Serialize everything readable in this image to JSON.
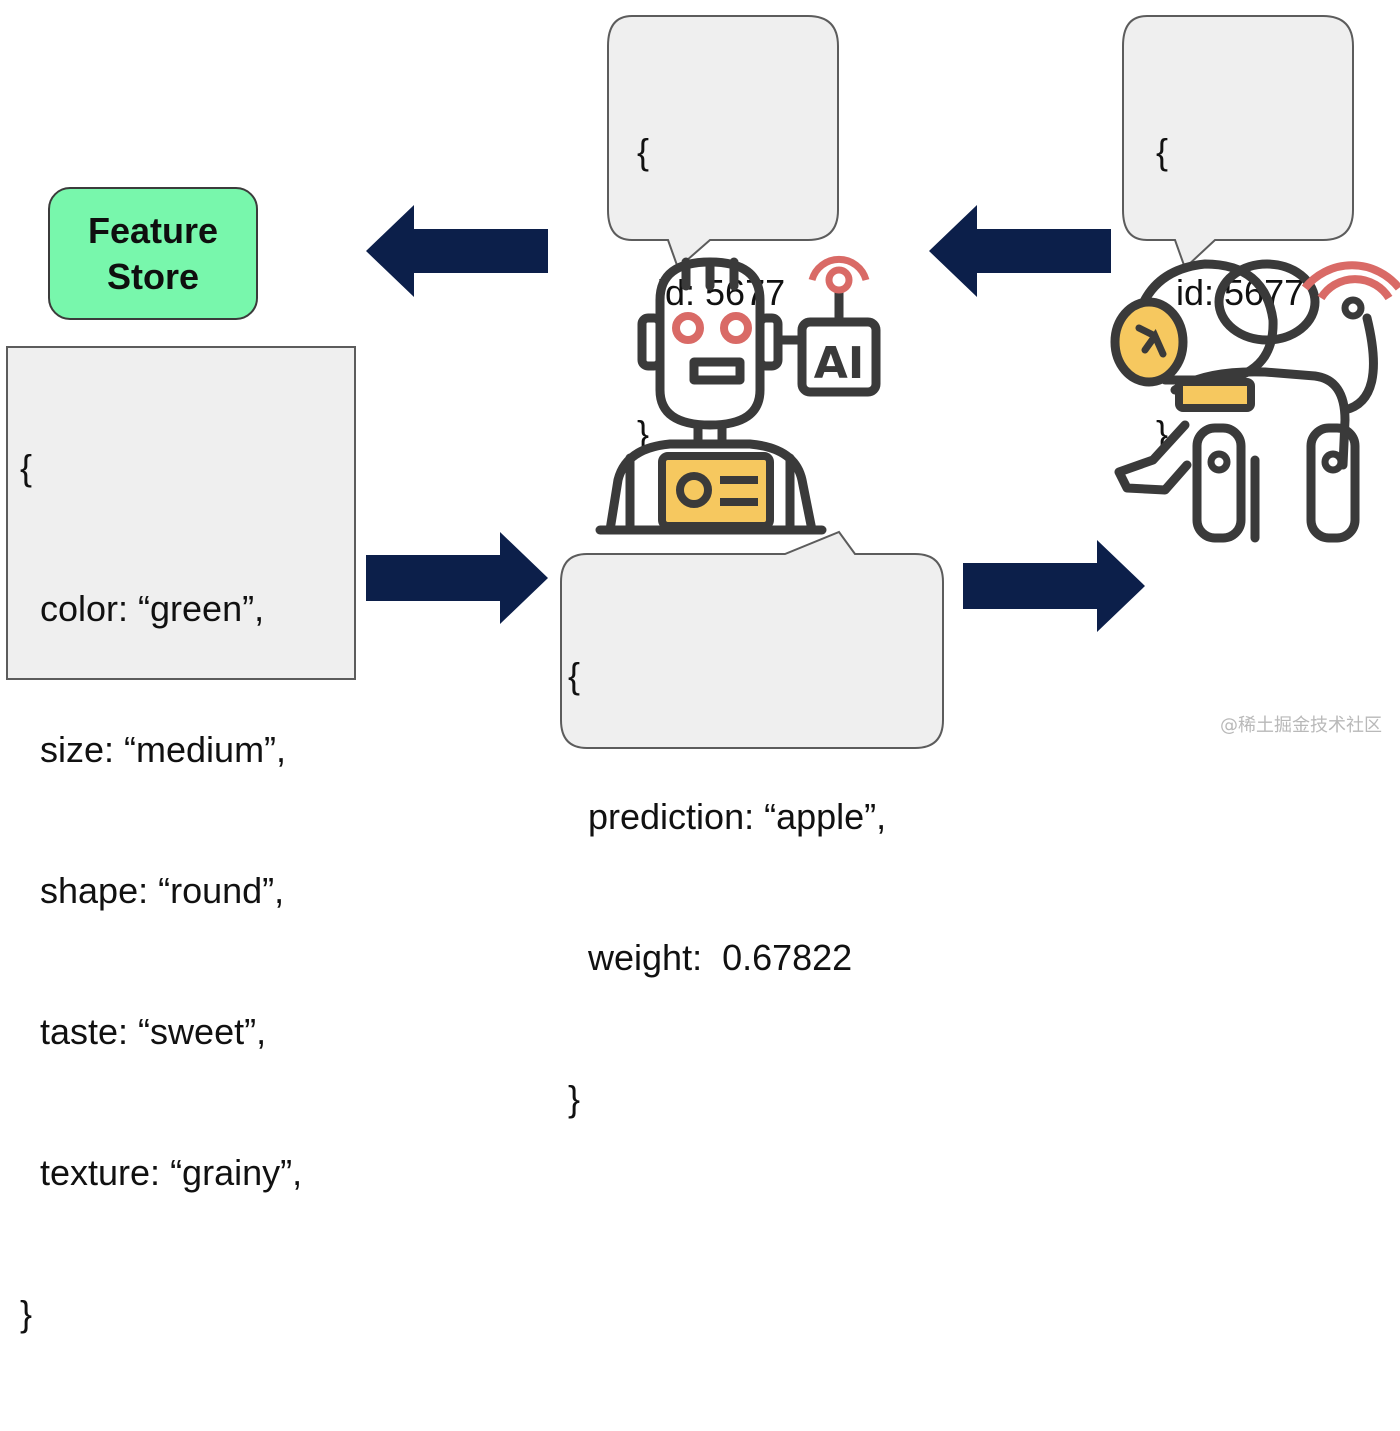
{
  "feature_store": {
    "line1": "Feature",
    "line2": "Store"
  },
  "features": {
    "lines": [
      "{",
      "  color: “green”,",
      "  size: “medium”,",
      "  shape: “round”,",
      "  taste: “sweet”,",
      "  texture: “grainy”,",
      "}"
    ]
  },
  "model_request": {
    "lines": [
      "{",
      "  id: 5677",
      "}"
    ]
  },
  "client_request": {
    "lines": [
      "{",
      "  id: 5677",
      "}"
    ]
  },
  "prediction": {
    "lines": [
      "{",
      "  prediction: “apple”,",
      "  weight:  0.67822",
      "}"
    ]
  },
  "ai_badge": "AI",
  "watermark": "@稀土掘金技术社区",
  "colors": {
    "arrow": "#0c1f4a",
    "feature_store_fill": "#78f7ac",
    "bubble_fill": "#efefef",
    "icon_stroke": "#3a3a3a",
    "accent_red": "#d96a66",
    "accent_yellow": "#f6c85f"
  },
  "icons": {
    "model": "robot-ai-icon",
    "client": "robot-dog-icon"
  }
}
